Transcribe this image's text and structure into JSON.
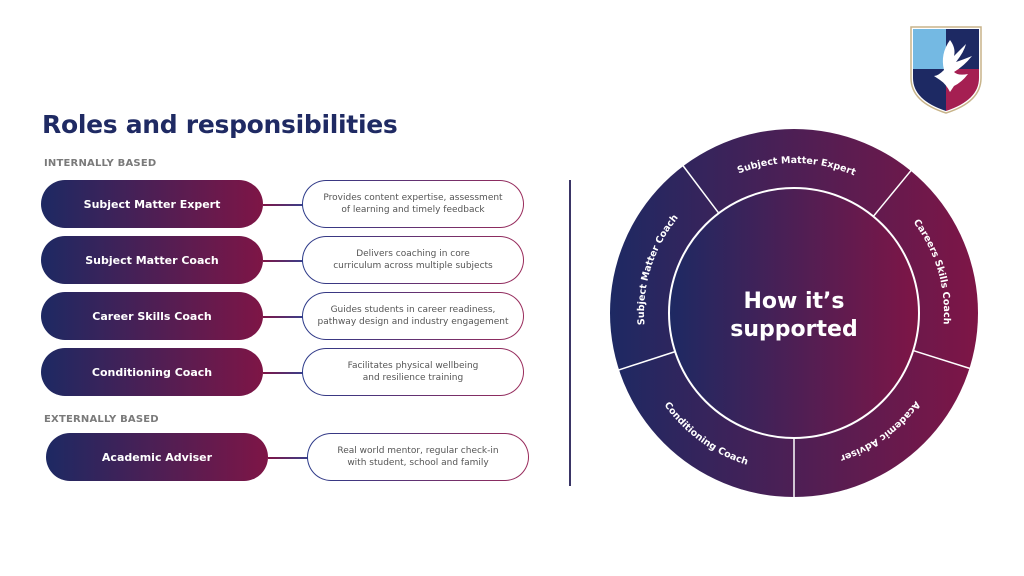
{
  "title": "Roles and responsibilities",
  "internal_label": "INTERNALLY BASED",
  "external_label": "EXTERNALLY BASED",
  "internal_roles": [
    {
      "role": "Subject Matter Expert",
      "description": "Provides content expertise, assessment\nof learning and timely feedback"
    },
    {
      "role": "Subject Matter Coach",
      "description": "Delivers coaching in core\ncurriculum across multiple subjects"
    },
    {
      "role": "Career Skills Coach",
      "description": "Guides students in career readiness,\npathway design and industry engagement"
    },
    {
      "role": "Conditioning Coach",
      "description": "Facilitates physical wellbeing\nand resilience training"
    }
  ],
  "external_roles": [
    {
      "role": "Academic Adviser",
      "description": "Real world mentor, regular check-in\nwith student, school and family"
    }
  ],
  "wheel": {
    "center_line1": "How it’s",
    "center_line2": "supported",
    "segments": [
      "Subject Matter Expert",
      "Careers Skills Coach",
      "Academic Adviser",
      "Conditioning Coach",
      "Subject Matter Coach"
    ]
  },
  "colors": {
    "navy": "#1d2963",
    "maroon": "#7e1546",
    "sky": "#74b9e3"
  }
}
